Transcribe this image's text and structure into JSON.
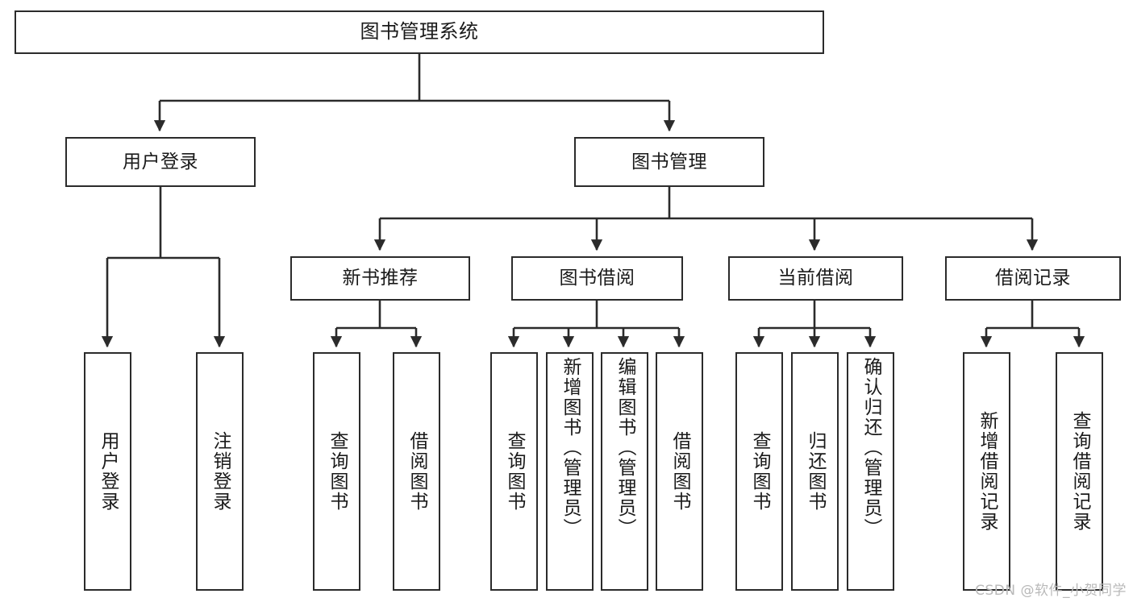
{
  "diagram": {
    "title": "图书管理系统",
    "type": "tree",
    "watermark": "CSDN @软件_小贺同学",
    "colors": {
      "stroke": "#2b2b2b",
      "fill": "#ffffff",
      "text": "#1a1a1a",
      "watermark": "#b9b9b9"
    },
    "levels": {
      "root": "图书管理系统",
      "level2": [
        "用户登录",
        "图书管理"
      ],
      "level3": [
        "新书推荐",
        "图书借阅",
        "当前借阅",
        "借阅记录"
      ]
    },
    "nodes": {
      "root": {
        "label": "图书管理系统"
      },
      "user_login": {
        "label": "用户登录"
      },
      "book_manage": {
        "label": "图书管理"
      },
      "new_book_rec": {
        "label": "新书推荐"
      },
      "book_borrow": {
        "label": "图书借阅"
      },
      "current_borrow": {
        "label": "当前借阅"
      },
      "borrow_record": {
        "label": "借阅记录"
      },
      "leaf_user_login": {
        "label": "用户登录"
      },
      "leaf_user_logout": {
        "label": "注销登录"
      },
      "leaf_query_book_1": {
        "label": "查询图书"
      },
      "leaf_borrow_book_1": {
        "label": "借阅图书"
      },
      "leaf_query_book_2": {
        "label": "查询图书"
      },
      "leaf_add_book": {
        "label": "新增图书（管理员）"
      },
      "leaf_edit_book": {
        "label": "编辑图书（管理员）"
      },
      "leaf_borrow_book_2": {
        "label": "借阅图书"
      },
      "leaf_query_book_3": {
        "label": "查询图书"
      },
      "leaf_return_book": {
        "label": "归还图书"
      },
      "leaf_confirm_return": {
        "label": "确认归还（管理员）"
      },
      "leaf_add_record": {
        "label": "新增借阅记录"
      },
      "leaf_query_record": {
        "label": "查询借阅记录"
      }
    }
  }
}
